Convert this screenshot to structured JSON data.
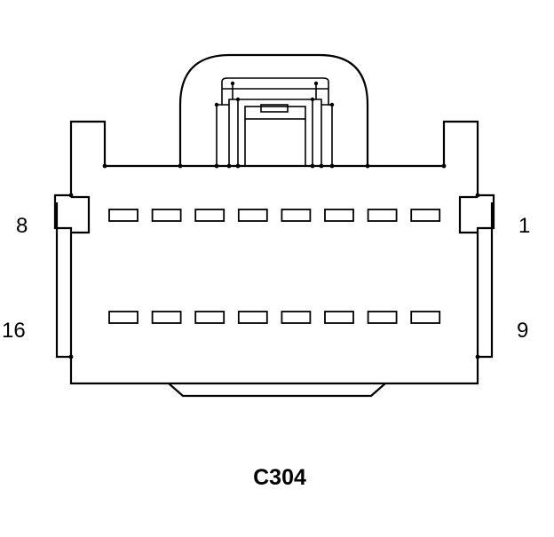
{
  "connector": {
    "name": "C304",
    "pin_labels": {
      "top_left": "8",
      "top_right": "1",
      "bottom_left": "16",
      "bottom_right": "9"
    },
    "rows": [
      {
        "row": "top",
        "first_pin": 1,
        "last_pin": 8,
        "cavity_count": 8
      },
      {
        "row": "bottom",
        "first_pin": 9,
        "last_pin": 16,
        "cavity_count": 8
      }
    ]
  }
}
